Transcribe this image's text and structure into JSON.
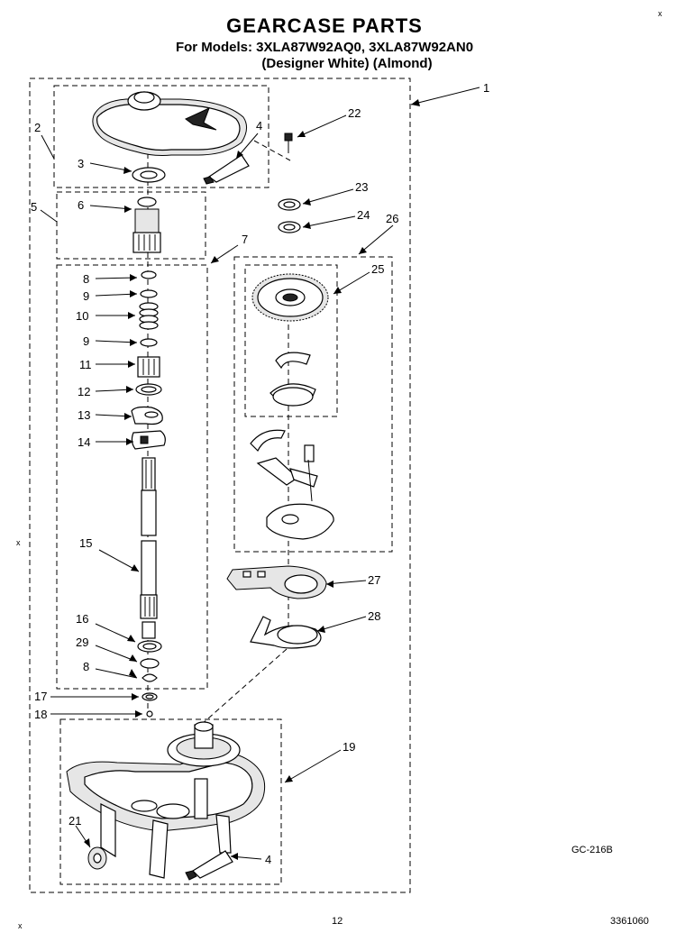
{
  "header": {
    "title": "GEARCASE PARTS",
    "models": "For Models: 3XLA87W92AQ0, 3XLA87W92AN0",
    "variants": "(Designer White)   (Almond)"
  },
  "callouts": {
    "c1": "1",
    "c2": "2",
    "c3": "3",
    "c4a": "4",
    "c4b": "4",
    "c5": "5",
    "c6": "6",
    "c7": "7",
    "c8a": "8",
    "c8b": "8",
    "c9a": "9",
    "c9b": "9",
    "c10": "10",
    "c11": "11",
    "c12": "12",
    "c13": "13",
    "c14": "14",
    "c15": "15",
    "c16": "16",
    "c17": "17",
    "c18": "18",
    "c19": "19",
    "c21": "21",
    "c22": "22",
    "c23": "23",
    "c24": "24",
    "c25": "25",
    "c26": "26",
    "c27": "27",
    "c28": "28",
    "c29": "29"
  },
  "footer": {
    "figure_code": "GC-216B",
    "page_number": "12",
    "doc_number": "3361060"
  }
}
